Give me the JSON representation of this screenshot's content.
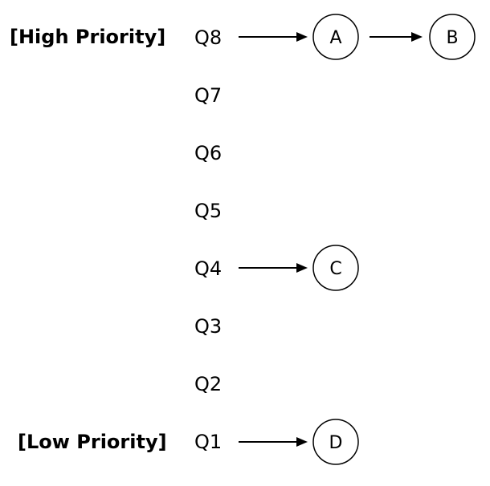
{
  "priority_labels": {
    "high": "[High Priority]",
    "low": "[Low Priority]"
  },
  "queues": [
    "Q8",
    "Q7",
    "Q6",
    "Q5",
    "Q4",
    "Q3",
    "Q2",
    "Q1"
  ],
  "nodes": {
    "a": "A",
    "b": "B",
    "c": "C",
    "d": "D"
  }
}
